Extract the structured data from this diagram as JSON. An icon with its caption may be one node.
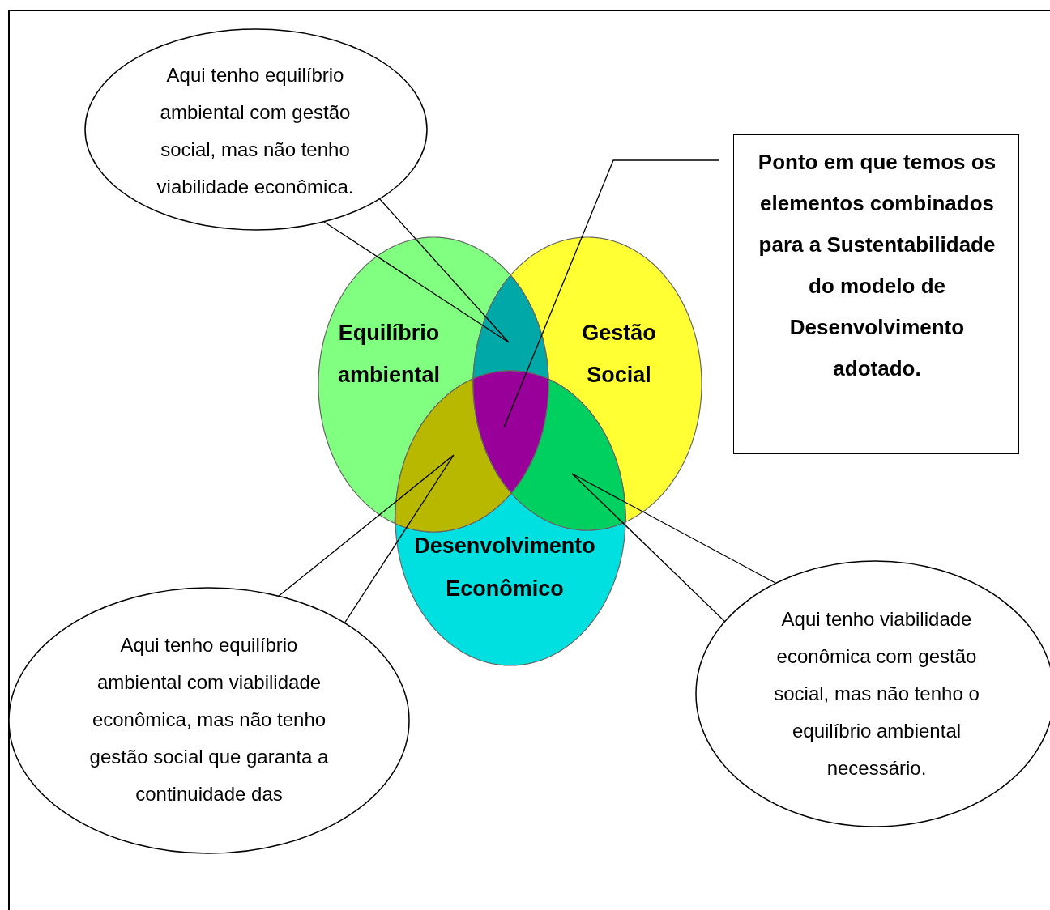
{
  "diagram": {
    "nodes": [
      {
        "text": [
          "Equilíbrio ambiental"
        ]
      },
      {
        "text": [
          "Gestão Social"
        ]
      },
      {
        "text": [
          "Desenvolvimento Econômico"
        ]
      },
      {
        "text": [
          "Aqui tenho equilíbrio ambiental com gestão social, mas não tenho viabilidade econômica."
        ]
      },
      {
        "text": [
          "Ponto em que temos os elementos combinados para a Sustentabilidade do modelo de Desenvolvimento adotado."
        ]
      },
      {
        "text": [
          "Aqui tenho equilíbrio ambiental com viabilidade econômica, mas não tenho gestão social que garanta a continuidade das"
        ]
      },
      {
        "text": [
          "Aqui tenho viabilidade econômica com gestão social, mas não tenho o equilíbrio ambiental necessário."
        ]
      },
      {
        "text": [],
        "shape": "region"
      },
      {
        "text": [],
        "shape": "region"
      },
      {
        "text": [],
        "shape": "region"
      },
      {
        "text": [],
        "shape": "region"
      }
    ],
    "edges": [
      {
        "from": 3,
        "to": 7,
        "arrow": "none"
      },
      {
        "from": 4,
        "to": 8,
        "arrow": "none"
      },
      {
        "from": 5,
        "to": 9,
        "arrow": "none"
      },
      {
        "from": 6,
        "to": 10,
        "arrow": "none"
      }
    ]
  }
}
